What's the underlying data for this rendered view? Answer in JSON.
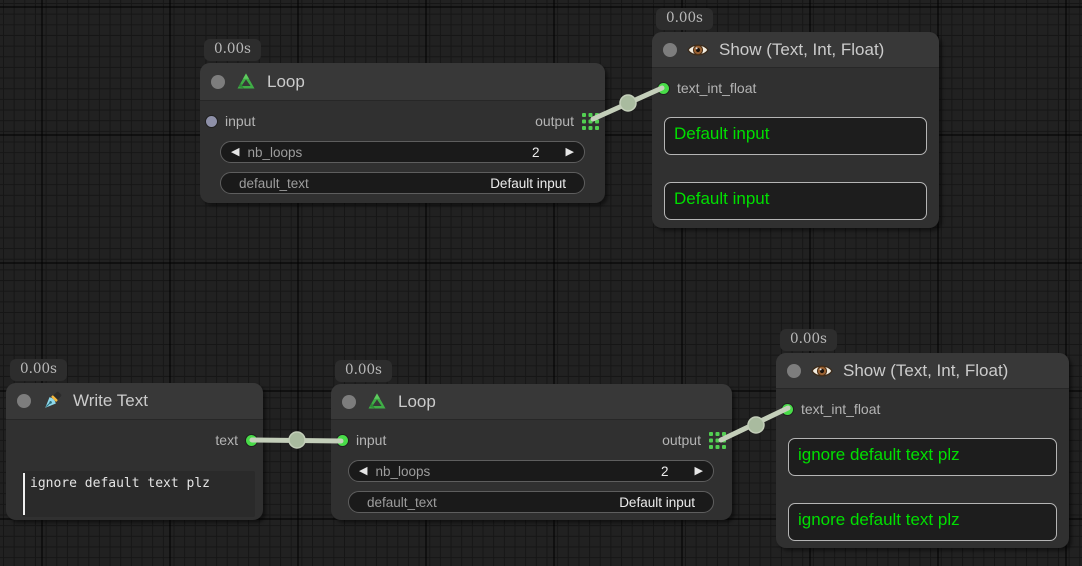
{
  "icons": {
    "left_arrow": "◀",
    "right_arrow": "▶",
    "loop_icon": "recycle-icon",
    "show_icon": "eye-icon",
    "write_icon": "pen-nib-icon",
    "output_socket_icon": "grid-socket-icon"
  },
  "colors": {
    "link": "#c4cfba",
    "socket_connected": "#48dc48",
    "socket_unconnected": "#8e90a8",
    "show_text_green": "#00df00",
    "node_body": "#303030",
    "node_header": "#383838"
  },
  "nodes": {
    "loop_top": {
      "badge": "0.00s",
      "title": "Loop",
      "input_label": "input",
      "output_label": "output",
      "nb_loops_label": "nb_loops",
      "nb_loops_value": "2",
      "default_text_label": "default_text",
      "default_text_value": "Default input"
    },
    "show_top": {
      "badge": "0.00s",
      "title": "Show (Text, Int, Float)",
      "input_label": "text_int_float",
      "text_1": "Default input",
      "text_2": "Default input"
    },
    "write_text": {
      "badge": "0.00s",
      "title": "Write Text",
      "output_label": "text",
      "text_value": "ignore default text plz"
    },
    "loop_bottom": {
      "badge": "0.00s",
      "title": "Loop",
      "input_label": "input",
      "output_label": "output",
      "nb_loops_label": "nb_loops",
      "nb_loops_value": "2",
      "default_text_label": "default_text",
      "default_text_value": "Default input"
    },
    "show_bottom": {
      "badge": "0.00s",
      "title": "Show (Text, Int, Float)",
      "input_label": "text_int_float",
      "text_1": "ignore default text plz",
      "text_2": "ignore default text plz"
    }
  }
}
